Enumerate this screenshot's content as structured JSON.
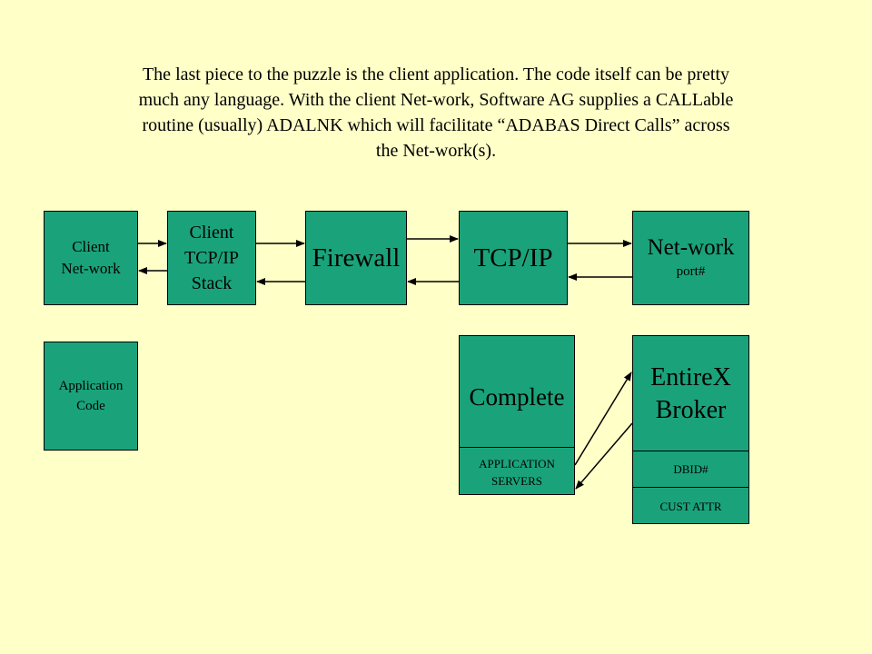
{
  "caption": {
    "lines": [
      "The last piece to the puzzle is the client application. The code itself can be pretty",
      "much any language. With the client Net-work, Software AG supplies a CALLable",
      "routine (usually) ADALNK  which will facilitate “ADABAS Direct Calls” across",
      "the Net-work(s)."
    ]
  },
  "boxes": {
    "client_network": {
      "line1": "Client",
      "line2": "Net-work"
    },
    "client_tcpip_stack": {
      "line1": "Client",
      "line2": "TCP/IP",
      "line3": "Stack"
    },
    "firewall": {
      "label": "Firewall"
    },
    "tcpip": {
      "label": "TCP/IP"
    },
    "network_port": {
      "title": "Net-work",
      "sub": "port#"
    },
    "application_code": {
      "line1": "Application",
      "line2": "Code"
    },
    "complete": {
      "title": "Complete",
      "sub_line1": "APPLICATION",
      "sub_line2": "SERVERS"
    },
    "entirex_broker": {
      "line1": "EntireX",
      "line2": "Broker",
      "dbid": "DBID#",
      "cust_attr": "CUST ATTR"
    }
  },
  "colors": {
    "background": "#ffffc8",
    "box_fill": "#1aa37a",
    "stroke": "#000000"
  }
}
